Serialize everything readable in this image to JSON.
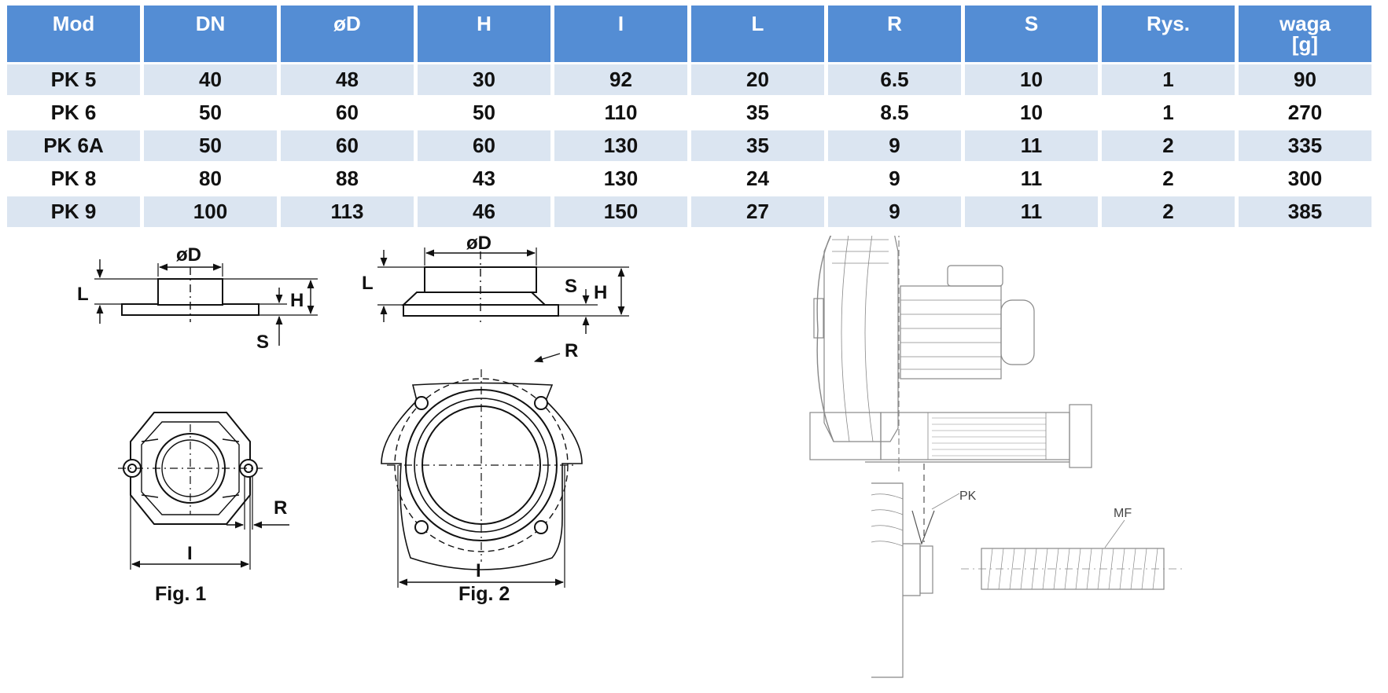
{
  "table": {
    "headers": [
      "Mod",
      "DN",
      "øD",
      "H",
      "I",
      "L",
      "R",
      "S",
      "Rys.",
      "waga\n[g]"
    ],
    "rows": [
      [
        "PK 5",
        "40",
        "48",
        "30",
        "92",
        "20",
        "6.5",
        "10",
        "1",
        "90"
      ],
      [
        "PK 6",
        "50",
        "60",
        "50",
        "110",
        "35",
        "8.5",
        "10",
        "1",
        "270"
      ],
      [
        "PK 6A",
        "50",
        "60",
        "60",
        "130",
        "35",
        "9",
        "11",
        "2",
        "335"
      ],
      [
        "PK 8",
        "80",
        "88",
        "43",
        "130",
        "24",
        "9",
        "11",
        "2",
        "300"
      ],
      [
        "PK 9",
        "100",
        "113",
        "46",
        "150",
        "27",
        "9",
        "11",
        "2",
        "385"
      ]
    ]
  },
  "fig1": {
    "label_d": "øD",
    "label_l": "L",
    "label_h": "H",
    "label_s": "S",
    "label_r": "R",
    "label_i": "I",
    "caption": "Fig. 1"
  },
  "fig2": {
    "label_d": "øD",
    "label_l": "L",
    "label_h": "H",
    "label_s": "S",
    "label_r": "R",
    "label_i": "I",
    "caption": "Fig. 2"
  },
  "assembly": {
    "label_pk": "PK",
    "label_mf": "MF"
  },
  "colors": {
    "header_bg": "#548dd4",
    "row_alt_bg": "#dbe5f1",
    "header_text": "#ffffff"
  }
}
